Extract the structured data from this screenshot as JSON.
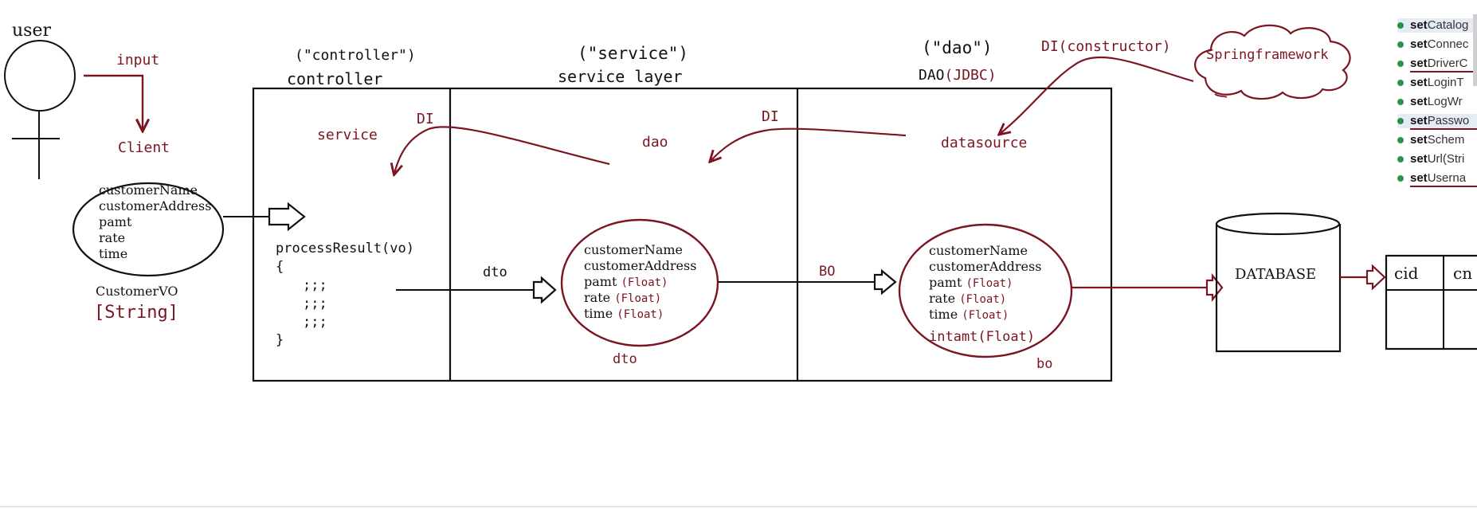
{
  "actor": {
    "label": "user"
  },
  "flow": {
    "input_label": "input"
  },
  "client": {
    "title": "Client",
    "fields": [
      "customerName",
      "customerAddress",
      "pamt",
      "rate",
      "time"
    ],
    "vo_label": "CustomerVO",
    "type_label": "[String]"
  },
  "controller": {
    "annotation": "(\"controller\")",
    "header": "controller",
    "field_label": "service",
    "di_label": "DI",
    "code": [
      "processResult(vo)",
      "{",
      ";;;",
      ";;;",
      ";;;",
      "}"
    ]
  },
  "service": {
    "annotation": "(\"service\")",
    "header": "service layer",
    "field_label": "dao",
    "di_label": "DI",
    "dto_arrow_label": "dto",
    "dto_fields": [
      "customerName",
      "customerAddress",
      "pamt",
      "rate",
      "time"
    ],
    "dto_types": [
      "",
      "",
      "(Float)",
      "(Float)",
      "(Float)"
    ],
    "dto_label": "dto"
  },
  "dao": {
    "annotation": "(\"dao\")",
    "header": "DAO",
    "header_suffix": "(JDBC)",
    "field_label": "datasource",
    "di_constructor_label": "DI(constructor)",
    "bo_arrow_label": "BO",
    "bo_fields": [
      "customerName",
      "customerAddress",
      "pamt",
      "rate",
      "time"
    ],
    "bo_types": [
      "",
      "",
      "(Float)",
      "(Float)",
      "(Float)"
    ],
    "bo_extra": "intamt(Float)",
    "bo_label": "bo"
  },
  "spring": {
    "label": "Springframework"
  },
  "database": {
    "label": "DATABASE"
  },
  "table": {
    "columns": [
      "cid",
      "cn"
    ]
  },
  "side_panel": {
    "items": [
      {
        "bold": "set",
        "rest": "Catalog"
      },
      {
        "bold": "set",
        "rest": "Connec"
      },
      {
        "bold": "set",
        "rest": "DriverC"
      },
      {
        "bold": "set",
        "rest": "LoginT"
      },
      {
        "bold": "set",
        "rest": "LogWr"
      },
      {
        "bold": "set",
        "rest": "Passwo"
      },
      {
        "bold": "set",
        "rest": "Schem"
      },
      {
        "bold": "set",
        "rest": "Url(Stri"
      },
      {
        "bold": "set",
        "rest": "Userna"
      }
    ],
    "underlined": [
      2,
      5,
      8
    ]
  },
  "colors": {
    "accent": "#7b1522",
    "ink": "#111111",
    "node_dot": "#2f8f4e"
  }
}
